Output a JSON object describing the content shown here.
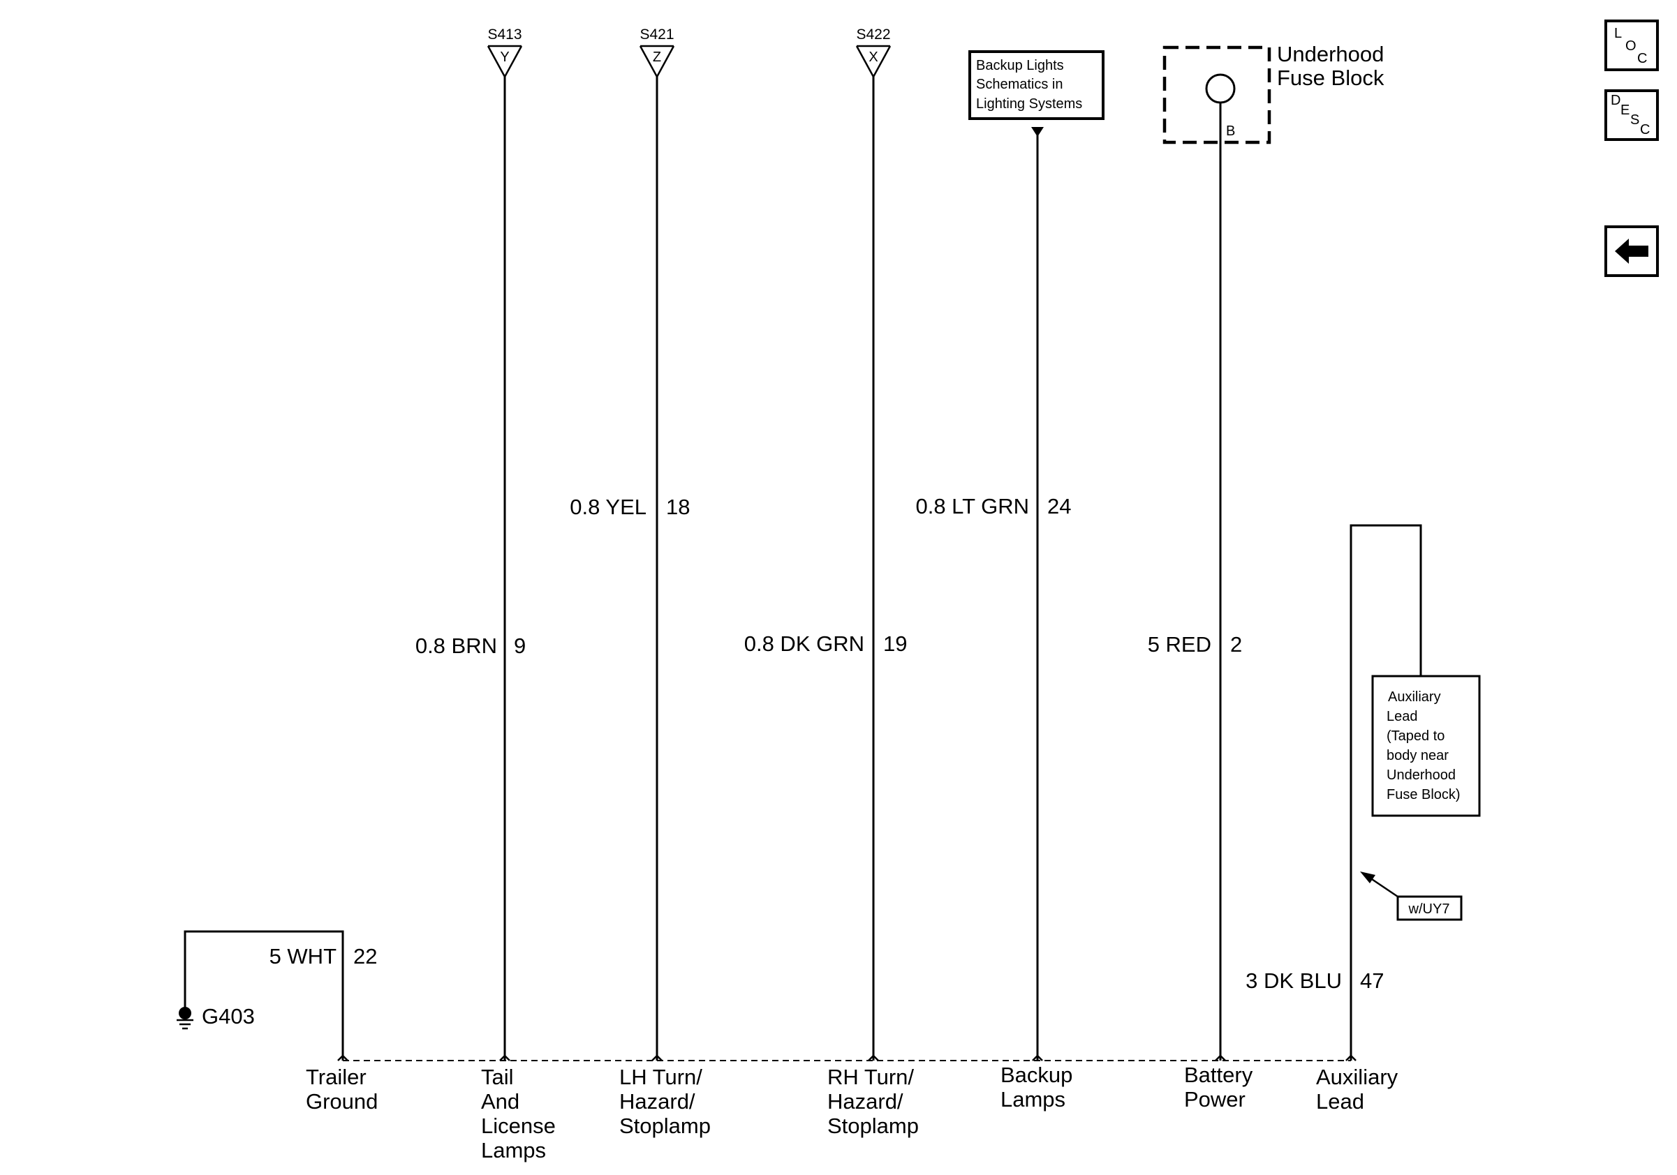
{
  "splices": [
    {
      "id": "S413",
      "letter": "Y"
    },
    {
      "id": "S421",
      "letter": "Z"
    },
    {
      "id": "S422",
      "letter": "X"
    }
  ],
  "wires": [
    {
      "color": "5 WHT",
      "circuit": "22"
    },
    {
      "color": "0.8 BRN",
      "circuit": "9"
    },
    {
      "color": "0.8 YEL",
      "circuit": "18"
    },
    {
      "color": "0.8 DK GRN",
      "circuit": "19"
    },
    {
      "color": "0.8 LT GRN",
      "circuit": "24"
    },
    {
      "color": "5 RED",
      "circuit": "2"
    },
    {
      "color": "3 DK BLU",
      "circuit": "47"
    }
  ],
  "ground": {
    "label": "G403"
  },
  "backup_ref": {
    "lines": [
      "Backup Lights",
      "Schematics in",
      "Lighting Systems"
    ]
  },
  "fuse_block": {
    "lines": [
      "Underhood",
      "Fuse Block"
    ],
    "terminal": "B"
  },
  "aux_note": {
    "lines": [
      "Auxiliary",
      "Lead",
      "(Taped to",
      "body near",
      "Underhood",
      "Fuse Block)"
    ]
  },
  "option_tag": "w/UY7",
  "connector_labels": [
    {
      "lines": [
        "Trailer",
        "Ground"
      ]
    },
    {
      "lines": [
        "Tail",
        "And",
        "License",
        "Lamps"
      ]
    },
    {
      "lines": [
        "LH Turn/",
        "Hazard/",
        "Stoplamp"
      ]
    },
    {
      "lines": [
        "RH Turn/",
        "Hazard/",
        "Stoplamp"
      ]
    },
    {
      "lines": [
        "Backup",
        "Lamps"
      ]
    },
    {
      "lines": [
        "Battery",
        "Power"
      ]
    },
    {
      "lines": [
        "Auxiliary",
        "Lead"
      ]
    }
  ],
  "nav": {
    "loc": [
      "L",
      "O",
      "C"
    ],
    "desc": [
      "D",
      "E",
      "S",
      "C"
    ],
    "back_icon": "left-arrow-icon"
  }
}
